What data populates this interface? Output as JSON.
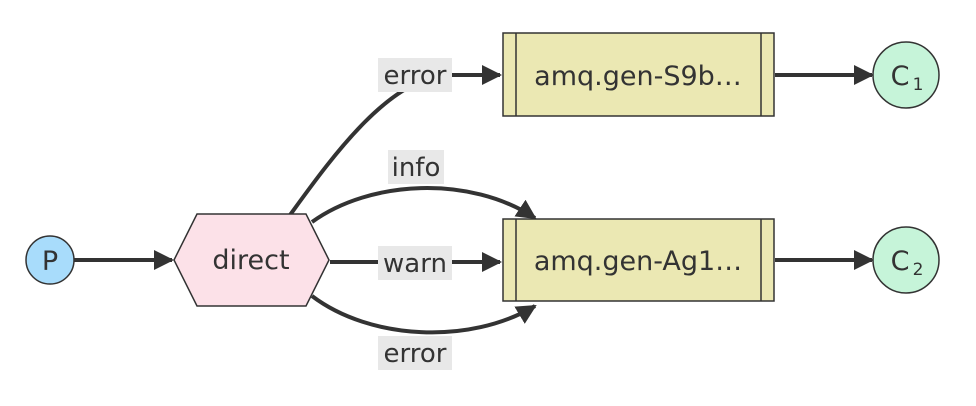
{
  "nodes": {
    "producer": {
      "label": "P",
      "fill": "#a8dcfb",
      "stroke": "#333333"
    },
    "exchange": {
      "label": "direct",
      "fill": "#fce1e8",
      "stroke": "#333333"
    },
    "queue_1": {
      "label": "amq.gen-S9b…",
      "fill": "#ebe8b3",
      "stroke": "#333333"
    },
    "queue_2": {
      "label": "amq.gen-Ag1…",
      "fill": "#ebe8b3",
      "stroke": "#333333"
    },
    "consumer_1": {
      "label": "C",
      "subscript": "1",
      "fill": "#c6f4d9",
      "stroke": "#333333"
    },
    "consumer_2": {
      "label": "C",
      "subscript": "2",
      "fill": "#c6f4d9",
      "stroke": "#333333"
    }
  },
  "edges": [
    {
      "from": "producer",
      "to": "exchange",
      "label": ""
    },
    {
      "from": "exchange",
      "to": "queue_1",
      "label": "error"
    },
    {
      "from": "exchange",
      "to": "queue_2",
      "label": "info"
    },
    {
      "from": "exchange",
      "to": "queue_2",
      "label": "warn"
    },
    {
      "from": "exchange",
      "to": "queue_2",
      "label": "error"
    },
    {
      "from": "queue_1",
      "to": "consumer_1",
      "label": ""
    },
    {
      "from": "queue_2",
      "to": "consumer_2",
      "label": ""
    }
  ],
  "colors": {
    "edge": "#333333",
    "edge_label_bg": "#e8e8e8"
  }
}
